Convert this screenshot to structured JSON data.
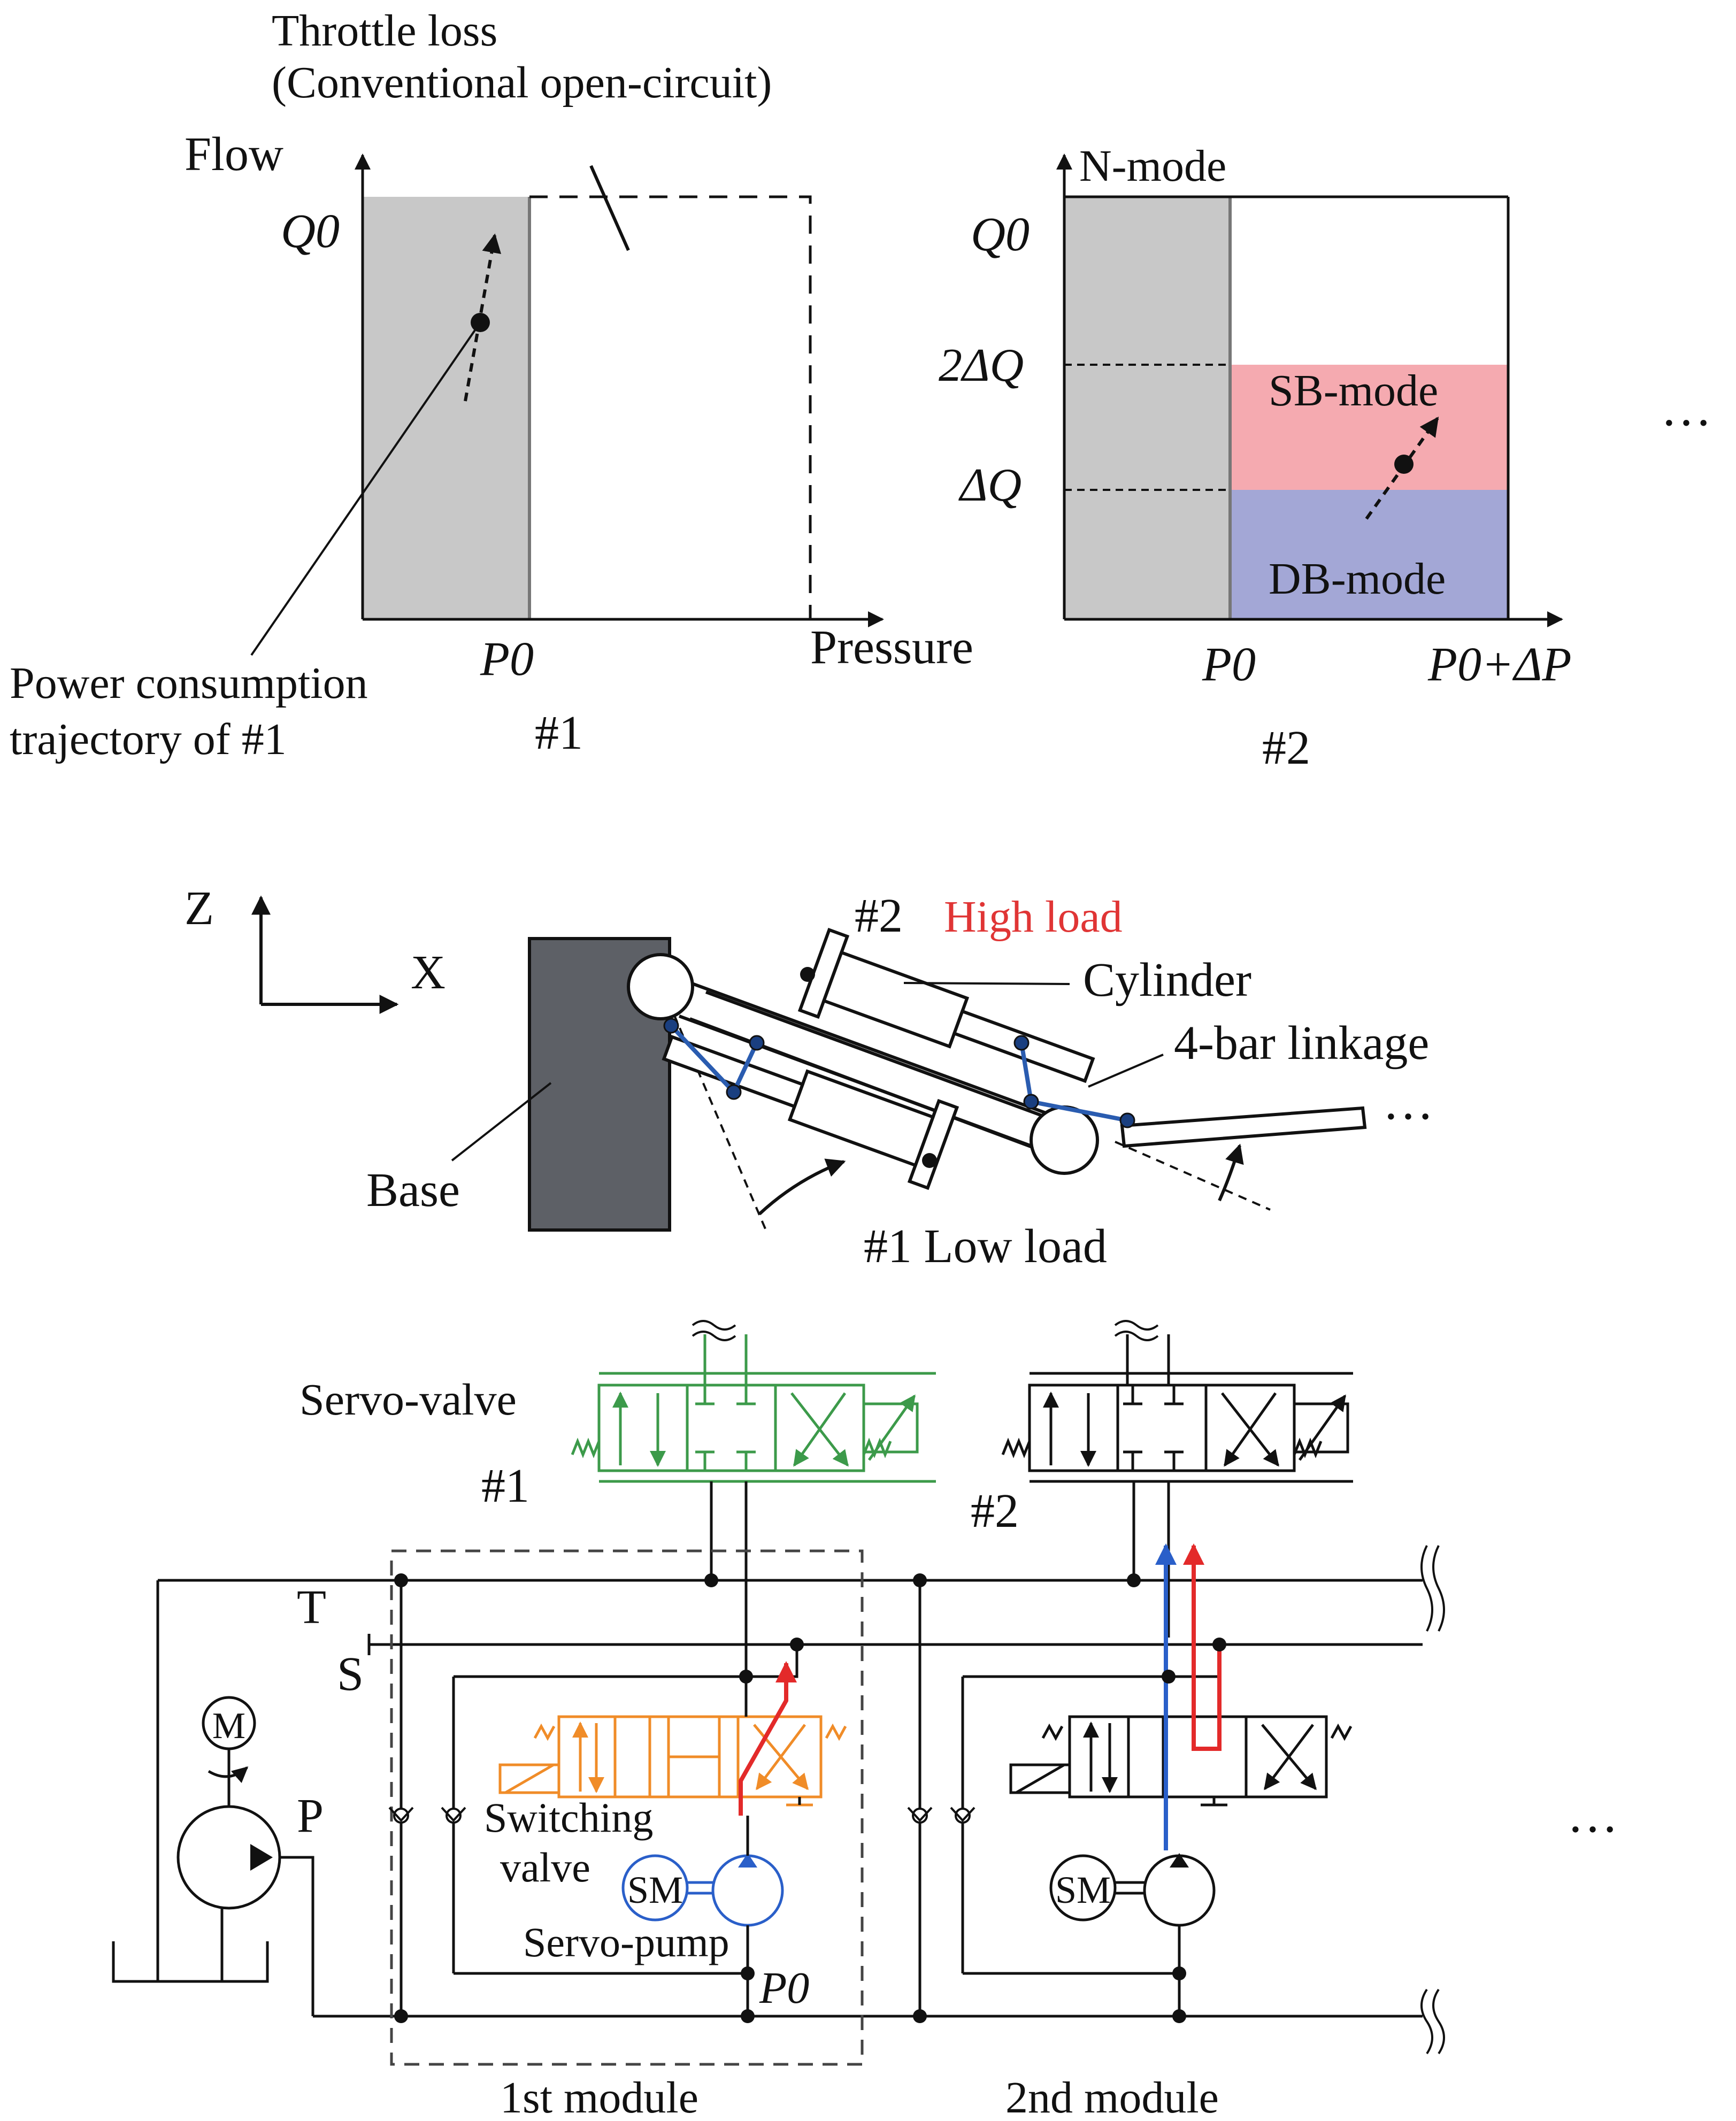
{
  "colors": {
    "black": "#111111",
    "gray_region": "#c8c8c8",
    "sb_mode": "#f5aab0",
    "db_mode": "#a3a7d6",
    "base_block": "#5d6066",
    "linkage_blue": "#2a5cb0",
    "servo_valve_green": "#3c9a4a",
    "switching_valve_orange": "#f08c28",
    "flow_red": "#e32a2a",
    "flow_blue": "#2a5fc9",
    "high_load_red": "#e03535"
  },
  "chart1": {
    "ylabel": "Flow",
    "xlabel": "Pressure",
    "q0": "Q0",
    "p0": "P0",
    "throttle_line1": "Throttle loss",
    "throttle_line2": "(Conventional open-circuit)",
    "power_line1": "Power consumption",
    "power_line2": "trajectory of #1",
    "caption": "#1"
  },
  "chart2": {
    "ylabel": "N-mode",
    "q0": "Q0",
    "two_dq": "2ΔQ",
    "dq": "ΔQ",
    "sb_mode": "SB-mode",
    "db_mode": "DB-mode",
    "p0": "P0",
    "p0_dp": "P0+ΔP",
    "caption": "#2",
    "ellipsis": "…"
  },
  "arm": {
    "z": "Z",
    "x": "X",
    "base": "Base",
    "n2": "#2",
    "high_load": "High load",
    "cylinder": "Cylinder",
    "linkage": "4-bar linkage",
    "low_load": "#1 Low load",
    "ellipsis": "…"
  },
  "circuit": {
    "servo_valve": "Servo-valve",
    "n1": "#1",
    "n2": "#2",
    "t": "T",
    "s": "S",
    "p": "P",
    "m": "M",
    "sm": "SM",
    "switching_line1": "Switching",
    "switching_line2": "valve",
    "servo_pump": "Servo-pump",
    "p0": "P0",
    "module1": "1st module",
    "module2": "2nd module",
    "ellipsis": "…"
  }
}
